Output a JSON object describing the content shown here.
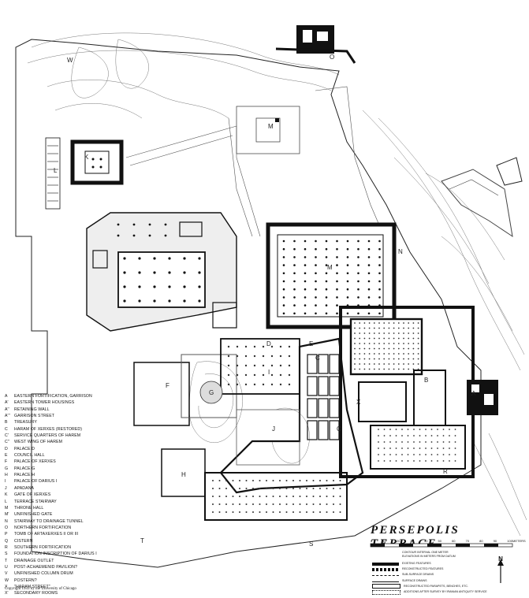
{
  "map": {
    "title": "PERSEPOLIS TERRACE",
    "scale": {
      "ticks": [
        "0",
        "10",
        "20",
        "30",
        "40",
        "50",
        "60",
        "70",
        "80",
        "90",
        "100"
      ],
      "units": "METERS"
    },
    "notes": [
      "CONTOUR INTERVAL ONE METER",
      "ELEVATIONS IN METERS FROM DATUM"
    ],
    "key_items": [
      "EXISTING FEATURES",
      "RECONSTRUCTED FEATURES",
      "SUB-SURFACE DRAINS",
      "SURFACE DRAINS",
      "RECONSTRUCTED PARAPETS, BENCHES, ETC.",
      "ADDITIONS AFTER SURVEY BY IRANIAN ANTIQUITY SERVICE"
    ],
    "north_label": "N",
    "copyright": "Copyright 1953 by the University of Chicago",
    "legend": [
      {
        "key": "A",
        "label": "EASTERN FORTIFICATION, GARRISON"
      },
      {
        "key": "A'",
        "label": "EASTERN TOWER HOUSINGS"
      },
      {
        "key": "A''",
        "label": "RETAINING WALL"
      },
      {
        "key": "A'''",
        "label": "GARRISON STREET"
      },
      {
        "key": "B",
        "label": "TREASURY"
      },
      {
        "key": "C",
        "label": "HARAM OF XERXES (RESTORED)"
      },
      {
        "key": "C'",
        "label": "SERVICE QUARTERS OF HAREM"
      },
      {
        "key": "C''",
        "label": "WEST WING OF HAREM"
      },
      {
        "key": "D",
        "label": "PALACE D"
      },
      {
        "key": "E",
        "label": "COUNCIL HALL"
      },
      {
        "key": "F",
        "label": "PALACE OF XERXES"
      },
      {
        "key": "G",
        "label": "PALACE G"
      },
      {
        "key": "H",
        "label": "PALACE H"
      },
      {
        "key": "I",
        "label": "PALACE OF DARIUS I"
      },
      {
        "key": "J",
        "label": "APADANA"
      },
      {
        "key": "K",
        "label": "GATE OF XERXES"
      },
      {
        "key": "L",
        "label": "TERRACE STAIRWAY"
      },
      {
        "key": "M",
        "label": "THRONE HALL"
      },
      {
        "key": "M'",
        "label": "UNFINISHED GATE"
      },
      {
        "key": "N",
        "label": "STAIRWAY TO DRAINAGE TUNNEL"
      },
      {
        "key": "O",
        "label": "NORTHERN FORTIFICATION"
      },
      {
        "key": "P",
        "label": "TOMB OF ARTAXERXES II OR III"
      },
      {
        "key": "Q",
        "label": "CISTERN"
      },
      {
        "key": "R",
        "label": "SOUTHERN FORTIFICATION"
      },
      {
        "key": "S",
        "label": "FOUNDATION INSCRIPTION OF DARIUS I"
      },
      {
        "key": "T",
        "label": "DRAINAGE OUTLET"
      },
      {
        "key": "U",
        "label": "POST-ACHAEMENID PAVILION?"
      },
      {
        "key": "V",
        "label": "UNFINISHED COLUMN DRUM"
      },
      {
        "key": "W",
        "label": "POSTERN?"
      },
      {
        "key": "X",
        "label": "\"HARAM STREET\""
      },
      {
        "key": "X'",
        "label": "SECONDARY ROOMS"
      }
    ],
    "labels": {
      "K": "K",
      "L": "L",
      "M": "M",
      "M2": "M",
      "F": "F",
      "G": "G",
      "H": "H",
      "I": "I",
      "J": "J",
      "D": "D",
      "E": "E",
      "C": "C",
      "C2": "C",
      "B": "B",
      "A": "A",
      "X": "X",
      "R": "R",
      "S": "S",
      "T": "T",
      "W": "W",
      "O": "O",
      "N": "N"
    }
  }
}
